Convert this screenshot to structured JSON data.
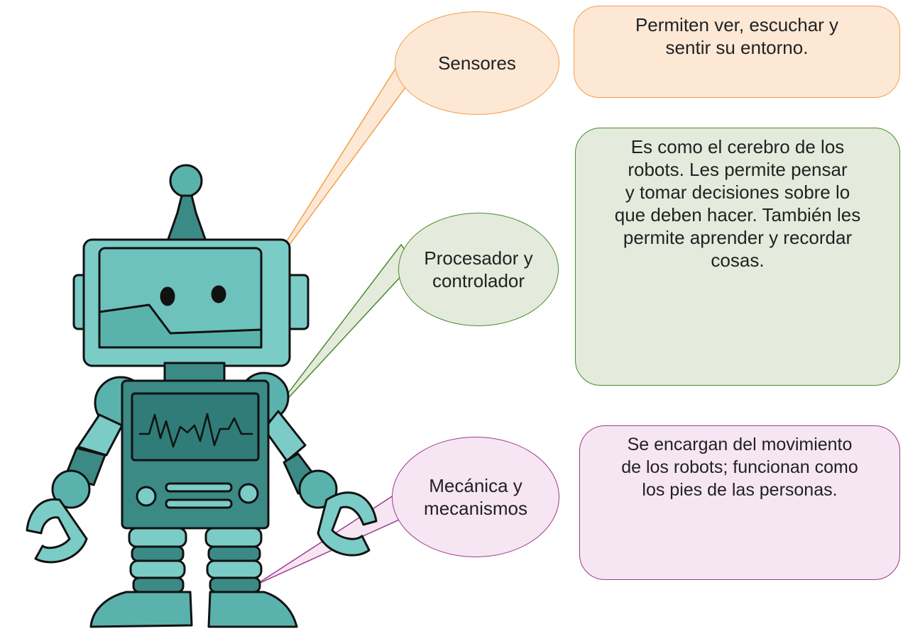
{
  "colors": {
    "robot_light": "#7bcbc6",
    "robot_dark": "#3b8a86",
    "robot_mid": "#5ab2ad",
    "outline": "#111111",
    "sensors_fill": "#fde8d6",
    "sensors_stroke": "#f0a14a",
    "processor_fill": "#e4ebdc",
    "processor_stroke": "#4b8a2e",
    "mechanics_fill": "#f6e6f3",
    "mechanics_stroke": "#9c3b8c"
  },
  "labels": {
    "sensors": "Sensores",
    "processor_line1": "Procesador y",
    "processor_line2": "controlador",
    "mechanics_line1": "Mecánica y",
    "mechanics_line2": "mecanismos"
  },
  "descriptions": {
    "sensors_line1": "Permiten ver, escuchar y",
    "sensors_line2": "sentir su entorno.",
    "processor_line1": "Es como el cerebro de los",
    "processor_line2": "robots. Les permite pensar",
    "processor_line3": "y tomar decisiones sobre lo",
    "processor_line4": "que deben hacer. También les",
    "processor_line5": "permite aprender y recordar",
    "processor_line6": "cosas.",
    "mechanics_line1": "Se encargan del movimiento",
    "mechanics_line2": "de los robots; funcionan como",
    "mechanics_line3": "los pies de las personas."
  }
}
